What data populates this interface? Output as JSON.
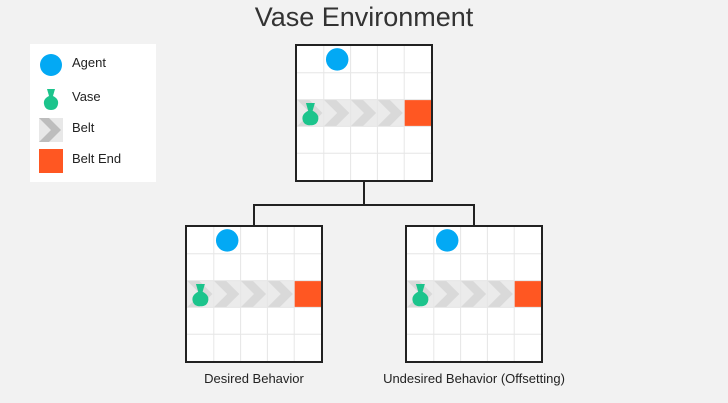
{
  "title": "Vase Environment",
  "legend": {
    "items": [
      {
        "label": "Agent",
        "icon": "agent-circle-icon"
      },
      {
        "label": "Vase",
        "icon": "vase-icon"
      },
      {
        "label": "Belt",
        "icon": "belt-chevron-icon"
      },
      {
        "label": "Belt End",
        "icon": "belt-end-square-icon"
      }
    ]
  },
  "captions": {
    "left": "Desired Behavior",
    "right": "Undesired Behavior (Offsetting)"
  },
  "colors": {
    "agent": "#03a9f4",
    "vase": "#1cc48c",
    "belt_end": "#ff5722",
    "belt": "#d9d9d9",
    "grid_line": "#e6e6e6"
  },
  "environment": {
    "rows": 5,
    "cols": 5,
    "agent_cell": [
      0,
      1
    ],
    "vase_cell": [
      2,
      0
    ],
    "belt_cells": [
      [
        2,
        0
      ],
      [
        2,
        1
      ],
      [
        2,
        2
      ],
      [
        2,
        3
      ]
    ],
    "belt_end_cell": [
      2,
      4
    ]
  }
}
